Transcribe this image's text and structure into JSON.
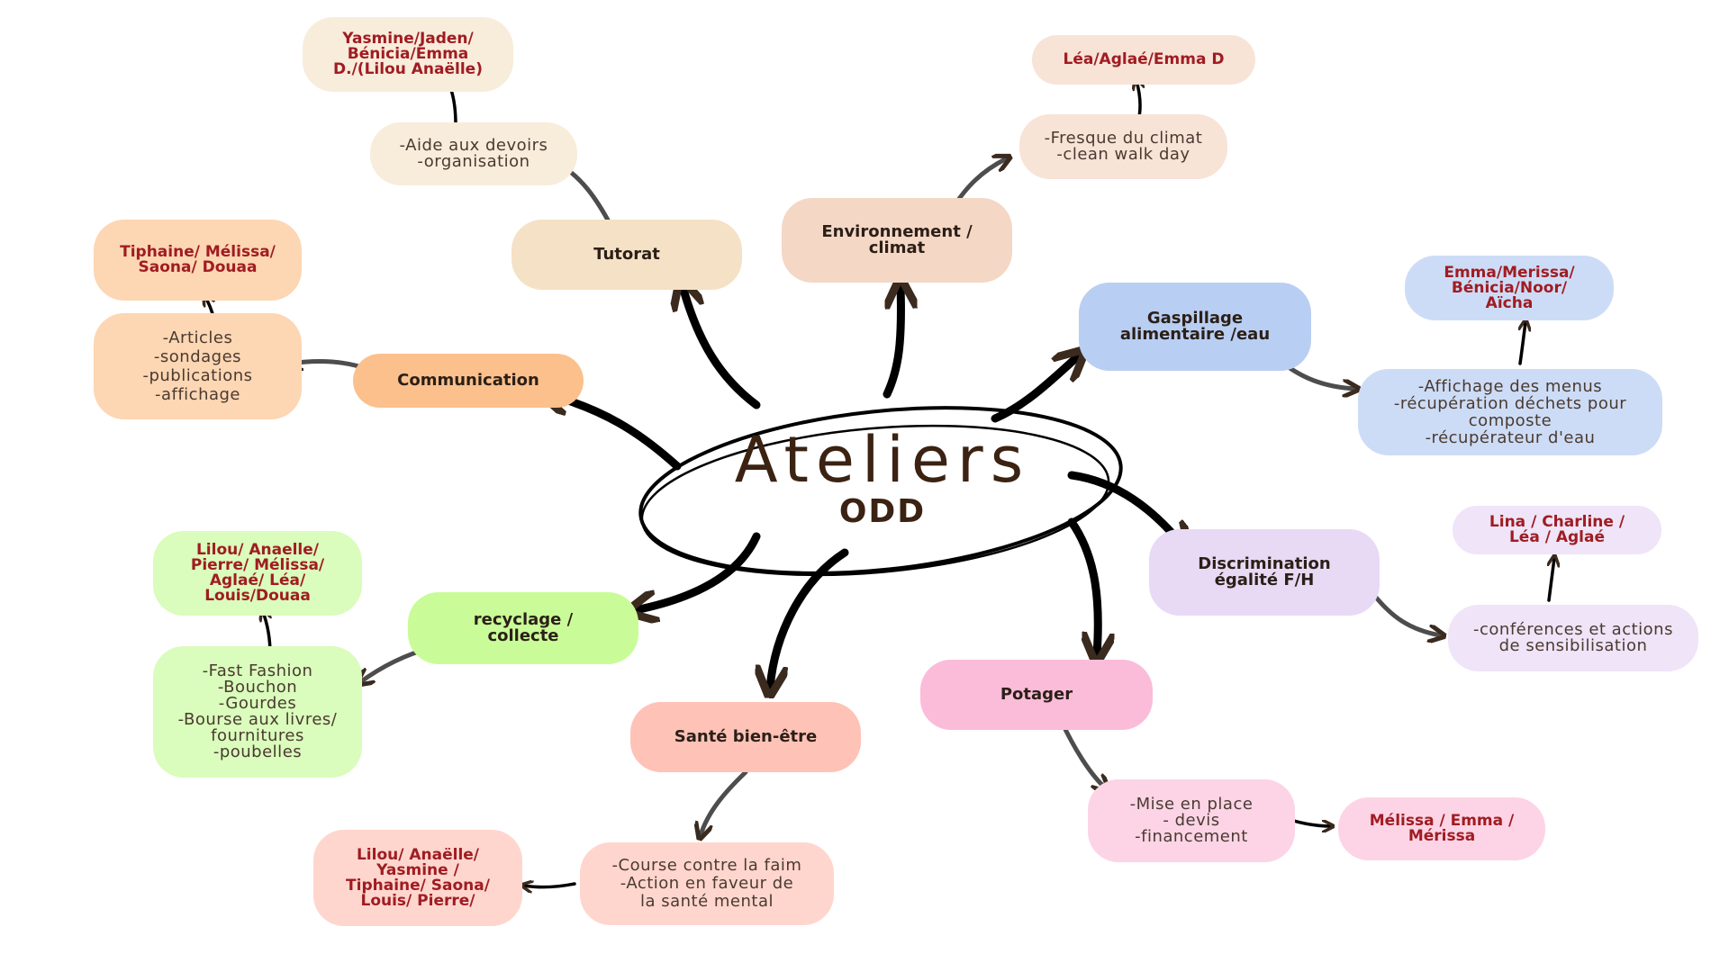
{
  "center": {
    "title": "Ateliers",
    "subtitle": "ODD"
  },
  "colors": {
    "tutorat": "#f5e1c5",
    "tutorat_light": "#f8ecdb",
    "environnement": "#f4d7c5",
    "environnement_light": "#f8e3d7",
    "communication": "#fbc08c",
    "communication_light": "#fdd6b3",
    "gaspillage": "#b9cef3",
    "gaspillage_light": "#cddcf6",
    "discrimination": "#e8d9f5",
    "discrimination_light": "#efe4f8",
    "recyclage": "#c9fc98",
    "recyclage_light": "#dafcbc",
    "sante": "#ffc2b7",
    "sante_light": "#ffd6ce",
    "potager": "#fbbcd9",
    "potager_light": "#fcd4e6",
    "names_text": "#a01c22"
  },
  "workshops": {
    "tutorat": {
      "label": "Tutorat",
      "activities": "-Aide aux devoirs\n-organisation",
      "names": "Yasmine/Jaden/\nBénicia/Emma\nD./(Lilou Anaëlle)"
    },
    "environnement": {
      "label": "Environnement /\nclimat",
      "activities": "-Fresque du climat\n-clean walk day",
      "names": "Léa/Aglaé/Emma D"
    },
    "communication": {
      "label": "Communication",
      "activities": "-Articles\n-sondages\n-publications\n-affichage",
      "names": "Tiphaine/ Mélissa/\nSaona/ Douaa"
    },
    "gaspillage": {
      "label": "Gaspillage\nalimentaire /eau",
      "activities": "-Affichage des menus\n-récupération déchets pour\ncomposte\n-récupérateur d'eau",
      "names": "Emma/Merissa/\nBénicia/Noor/\nAïcha"
    },
    "discrimination": {
      "label": "Discrimination\négalité F/H",
      "activities": "-conférences et actions\nde sensibilisation",
      "names": "Lina / Charline /\nLéa / Aglaé"
    },
    "recyclage": {
      "label": "recyclage /\ncollecte",
      "activities": "-Fast Fashion\n-Bouchon\n-Gourdes\n-Bourse aux livres/\nfournitures\n-poubelles",
      "names": "Lilou/ Anaelle/\nPierre/ Mélissa/\nAglaé/ Léa/\nLouis/Douaa"
    },
    "sante": {
      "label": "Santé bien-être",
      "activities": "-Course contre la faim\n-Action en faveur de\nla santé mental",
      "names": "Lilou/ Anaëlle/\nYasmine /\nTiphaine/ Saona/\nLouis/ Pierre/"
    },
    "potager": {
      "label": "Potager",
      "activities": "-Mise en place\n- devis\n-financement",
      "names": "Mélissa / Emma /\nMérissa"
    }
  }
}
